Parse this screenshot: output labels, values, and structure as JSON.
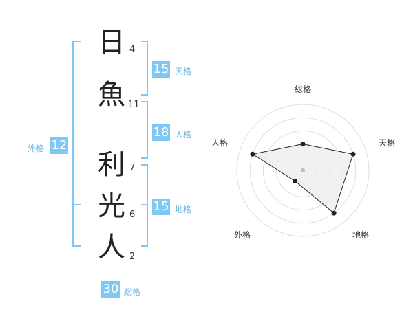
{
  "name": {
    "characters": [
      {
        "char": "日",
        "strokes": "4"
      },
      {
        "char": "魚",
        "strokes": "11"
      },
      {
        "char": "利",
        "strokes": "7"
      },
      {
        "char": "光",
        "strokes": "6"
      },
      {
        "char": "人",
        "strokes": "2"
      }
    ]
  },
  "scores": {
    "tenkaku": {
      "value": "15",
      "label": "天格"
    },
    "jinkaku": {
      "value": "18",
      "label": "人格"
    },
    "chikaku": {
      "value": "15",
      "label": "地格"
    },
    "gaikaku": {
      "value": "12",
      "label": "外格"
    },
    "soukaku": {
      "value": "30",
      "label": "総格"
    }
  },
  "chart_data": {
    "type": "radar",
    "axes": [
      "総格",
      "天格",
      "地格",
      "外格",
      "人格"
    ],
    "values": [
      2,
      4,
      4,
      1,
      4
    ],
    "max": 5,
    "colors": {
      "fill": "#eeeeee",
      "line": "#222222",
      "grid": "#dddddd",
      "bracket": "#7ec8f3"
    }
  }
}
